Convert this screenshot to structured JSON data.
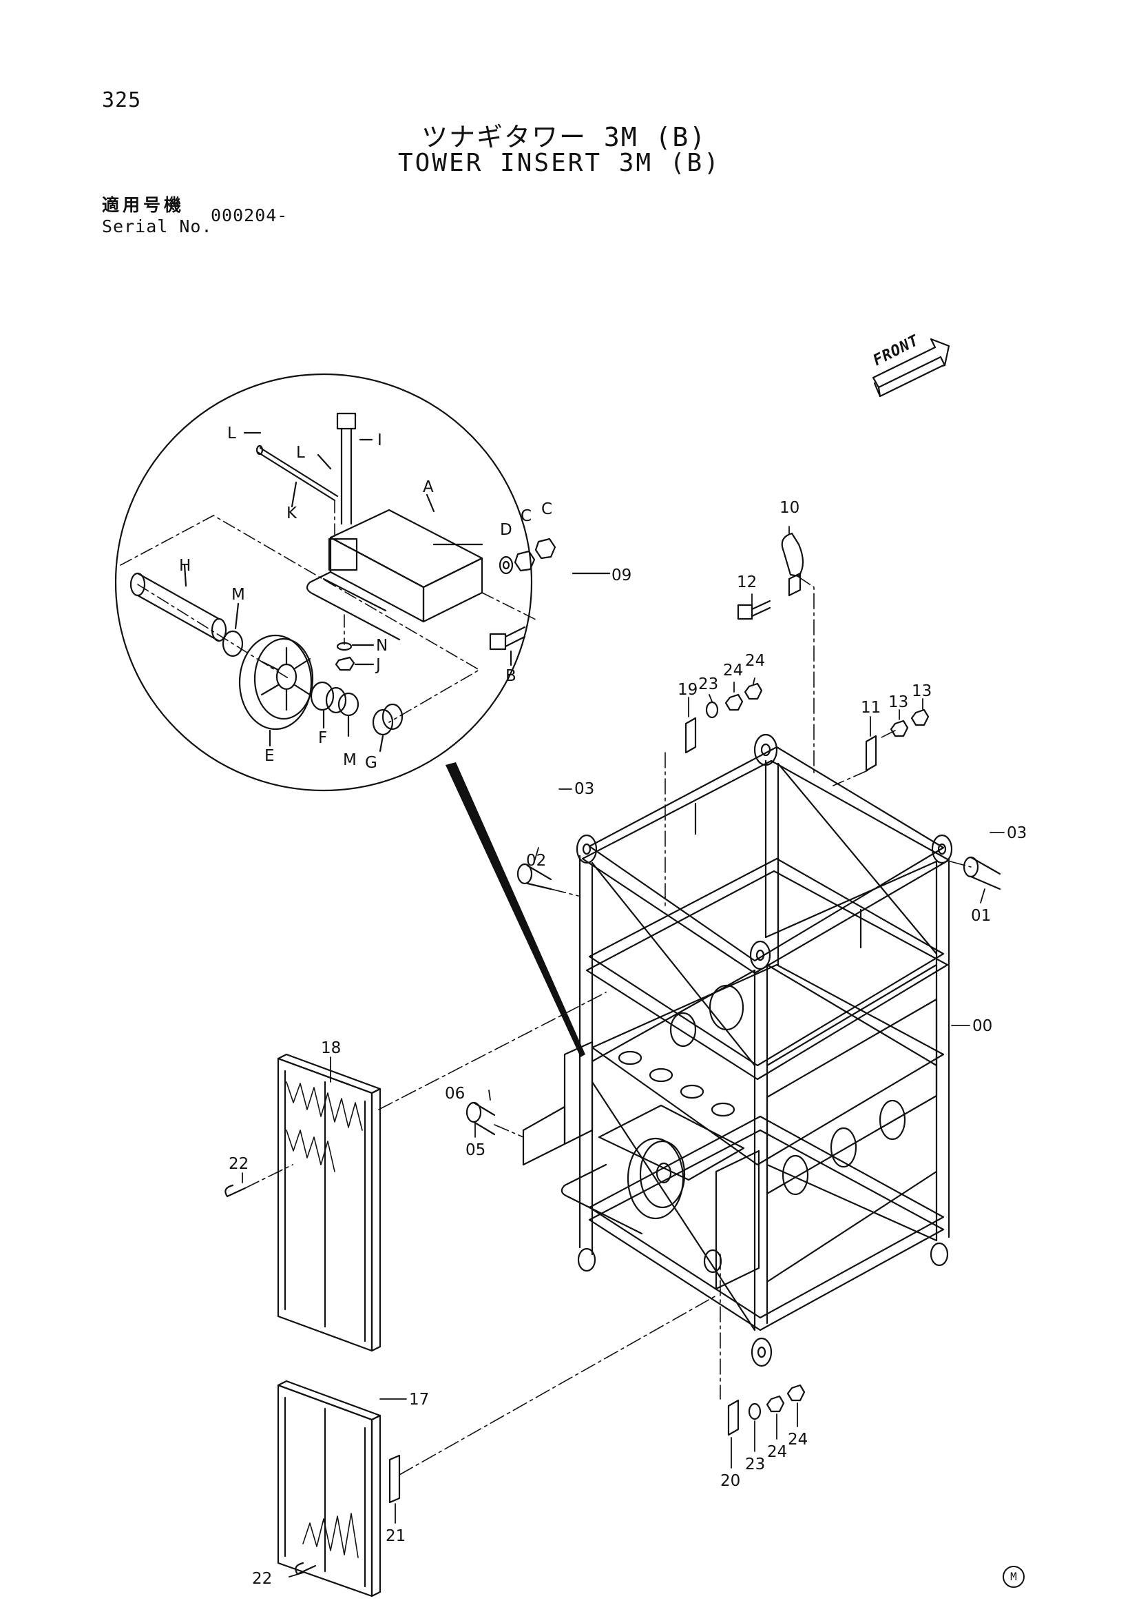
{
  "header": {
    "page_number": "325",
    "title_jp": "ツナギタワー 3M (B)",
    "title_en": "TOWER INSERT 3M (B)",
    "serial_label_jp": "適用号機",
    "serial_label_en": "Serial No.",
    "serial_value": "000204-"
  },
  "front_arrow": {
    "label": "FRONT"
  },
  "corner_mark": "M",
  "callouts": {
    "L1": "L",
    "L2": "L",
    "I": "I",
    "K": "K",
    "A": "A",
    "D": "D",
    "C1": "C",
    "C2": "C",
    "H": "H",
    "M1": "M",
    "N": "N",
    "J": "J",
    "B": "B",
    "E": "E",
    "F": "F",
    "M2": "M",
    "G": "G",
    "p09": "09",
    "p10": "10",
    "p12": "12",
    "p24a": "24",
    "p24b": "24",
    "p23a": "23",
    "p19": "19",
    "p11": "11",
    "p13a": "13",
    "p13b": "13",
    "p03a": "03",
    "p02": "02",
    "p03b": "03",
    "p01": "01",
    "p00": "00",
    "p18": "18",
    "p06": "06",
    "p05": "05",
    "p22a": "22",
    "p17": "17",
    "p22b": "22",
    "p21": "21",
    "p20": "20",
    "p23b": "23",
    "p24c": "24",
    "p24d": "24"
  }
}
